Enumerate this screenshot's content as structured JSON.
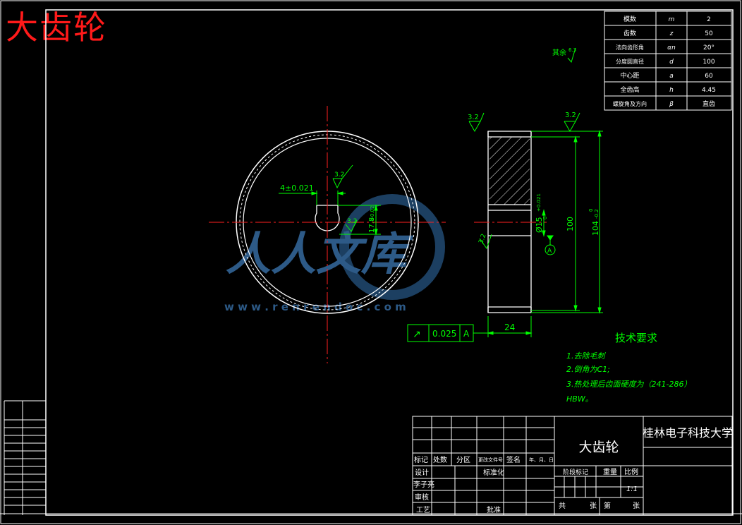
{
  "header": {
    "title": "大齿轮"
  },
  "param_table": {
    "rows": [
      {
        "name": "模数",
        "symbol": "m",
        "value": "2"
      },
      {
        "name": "齿数",
        "symbol": "z",
        "value": "50"
      },
      {
        "name": "法向齿形角",
        "symbol": "αn",
        "value": "20°"
      },
      {
        "name": "分度圆直径",
        "symbol": "d",
        "value": "100"
      },
      {
        "name": "中心距",
        "symbol": "a",
        "value": "60"
      },
      {
        "name": "全齿高",
        "symbol": "h",
        "value": "4.45"
      },
      {
        "name": "螺旋角及方向",
        "symbol": "β",
        "value": "直齿"
      }
    ]
  },
  "surface_finish": {
    "rest_label": "其余",
    "rest_value": "6.3",
    "values": [
      "3.2",
      "3.2",
      "3.2",
      "3.2",
      "3.2"
    ]
  },
  "dimensions": {
    "keyway_width": "4±0.021",
    "keyway_depth": "17.8",
    "keyway_depth_tol": "+0.02",
    "bore_diameter": "Ø15",
    "bore_tol_upper": "+0.021",
    "bore_tol_lower": "0",
    "pitch_diameter": "100",
    "tip_diameter": "104",
    "tip_tol_upper": "0",
    "tip_tol_lower": "-0.2",
    "face_width": "24"
  },
  "tolerance_frame": {
    "symbol": "↗",
    "value": "0.025",
    "datum": "A"
  },
  "datum": {
    "label": "A"
  },
  "watermark": {
    "text": "人人文库",
    "url": "w w w . r e n r e n d o c . c o m"
  },
  "tech_requirements": {
    "title": "技术要求",
    "items": [
      "1.去除毛刺",
      "2.倒角为C1;",
      "3.热处理后齿面硬度为（241-286）",
      "HBW。"
    ]
  },
  "title_block": {
    "part_name": "大齿轮",
    "school": "桂林电子科技大学",
    "header_labels": [
      "标记",
      "处数",
      "分区",
      "更改文件号",
      "签名",
      "年、月、日"
    ],
    "designer_label": "设计",
    "designer": "李子亮",
    "standard_label": "标准化",
    "review_label": "审核",
    "process_label": "工艺",
    "approve_label": "批准",
    "stage_label": "阶段标记",
    "weight_label": "重量",
    "scale_label": "比例",
    "scale_value": "1:1",
    "sheets_total_label": "共",
    "sheets_unit_label": "张",
    "sheet_no_label": "第",
    "sheet_no_unit_label": "张"
  },
  "colors": {
    "outline": "#ffffff",
    "dimension": "#00ff00",
    "center": "#ff2020",
    "hatch": "#ffffff",
    "watermark": "#3c78b4",
    "title_red": "#ff1a1a"
  }
}
